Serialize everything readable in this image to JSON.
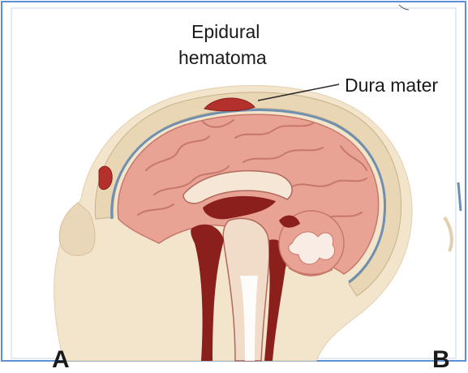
{
  "labels": {
    "epidural_line1": "Epidural",
    "epidural_line2": "hematoma",
    "dura_mater": "Dura mater",
    "panel_a": "A",
    "panel_b": "B"
  },
  "colors": {
    "frame_border": "#5b8fd6",
    "skin": "#f3e4cc",
    "skull": "#e9d6b4",
    "brain": "#e8a394",
    "brain_fold": "#c8776b",
    "hematoma": "#b3302c",
    "dura_line": "#6f8fb0",
    "dark_red": "#8a1f1c"
  }
}
